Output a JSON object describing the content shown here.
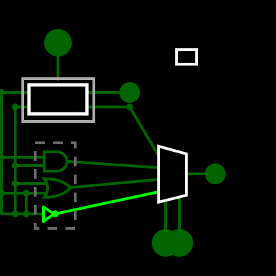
{
  "canvas": {
    "background": "#000000"
  },
  "colors": {
    "wire": "#006400",
    "wire_active": "#00ff00",
    "component_outline": "#ffffff",
    "component_outline_muted": "#a9a9a9",
    "group_outline": "#696969",
    "node_fill": "#006400"
  },
  "components": [
    {
      "name": "register-block",
      "icon": "register-icon"
    },
    {
      "name": "multiplexer",
      "icon": "mux-icon"
    },
    {
      "name": "and-gate",
      "icon": "and-gate-icon"
    },
    {
      "name": "or-gate",
      "icon": "or-gate-icon"
    },
    {
      "name": "buffer",
      "icon": "buffer-icon"
    },
    {
      "name": "small-box",
      "icon": "box-icon"
    }
  ]
}
